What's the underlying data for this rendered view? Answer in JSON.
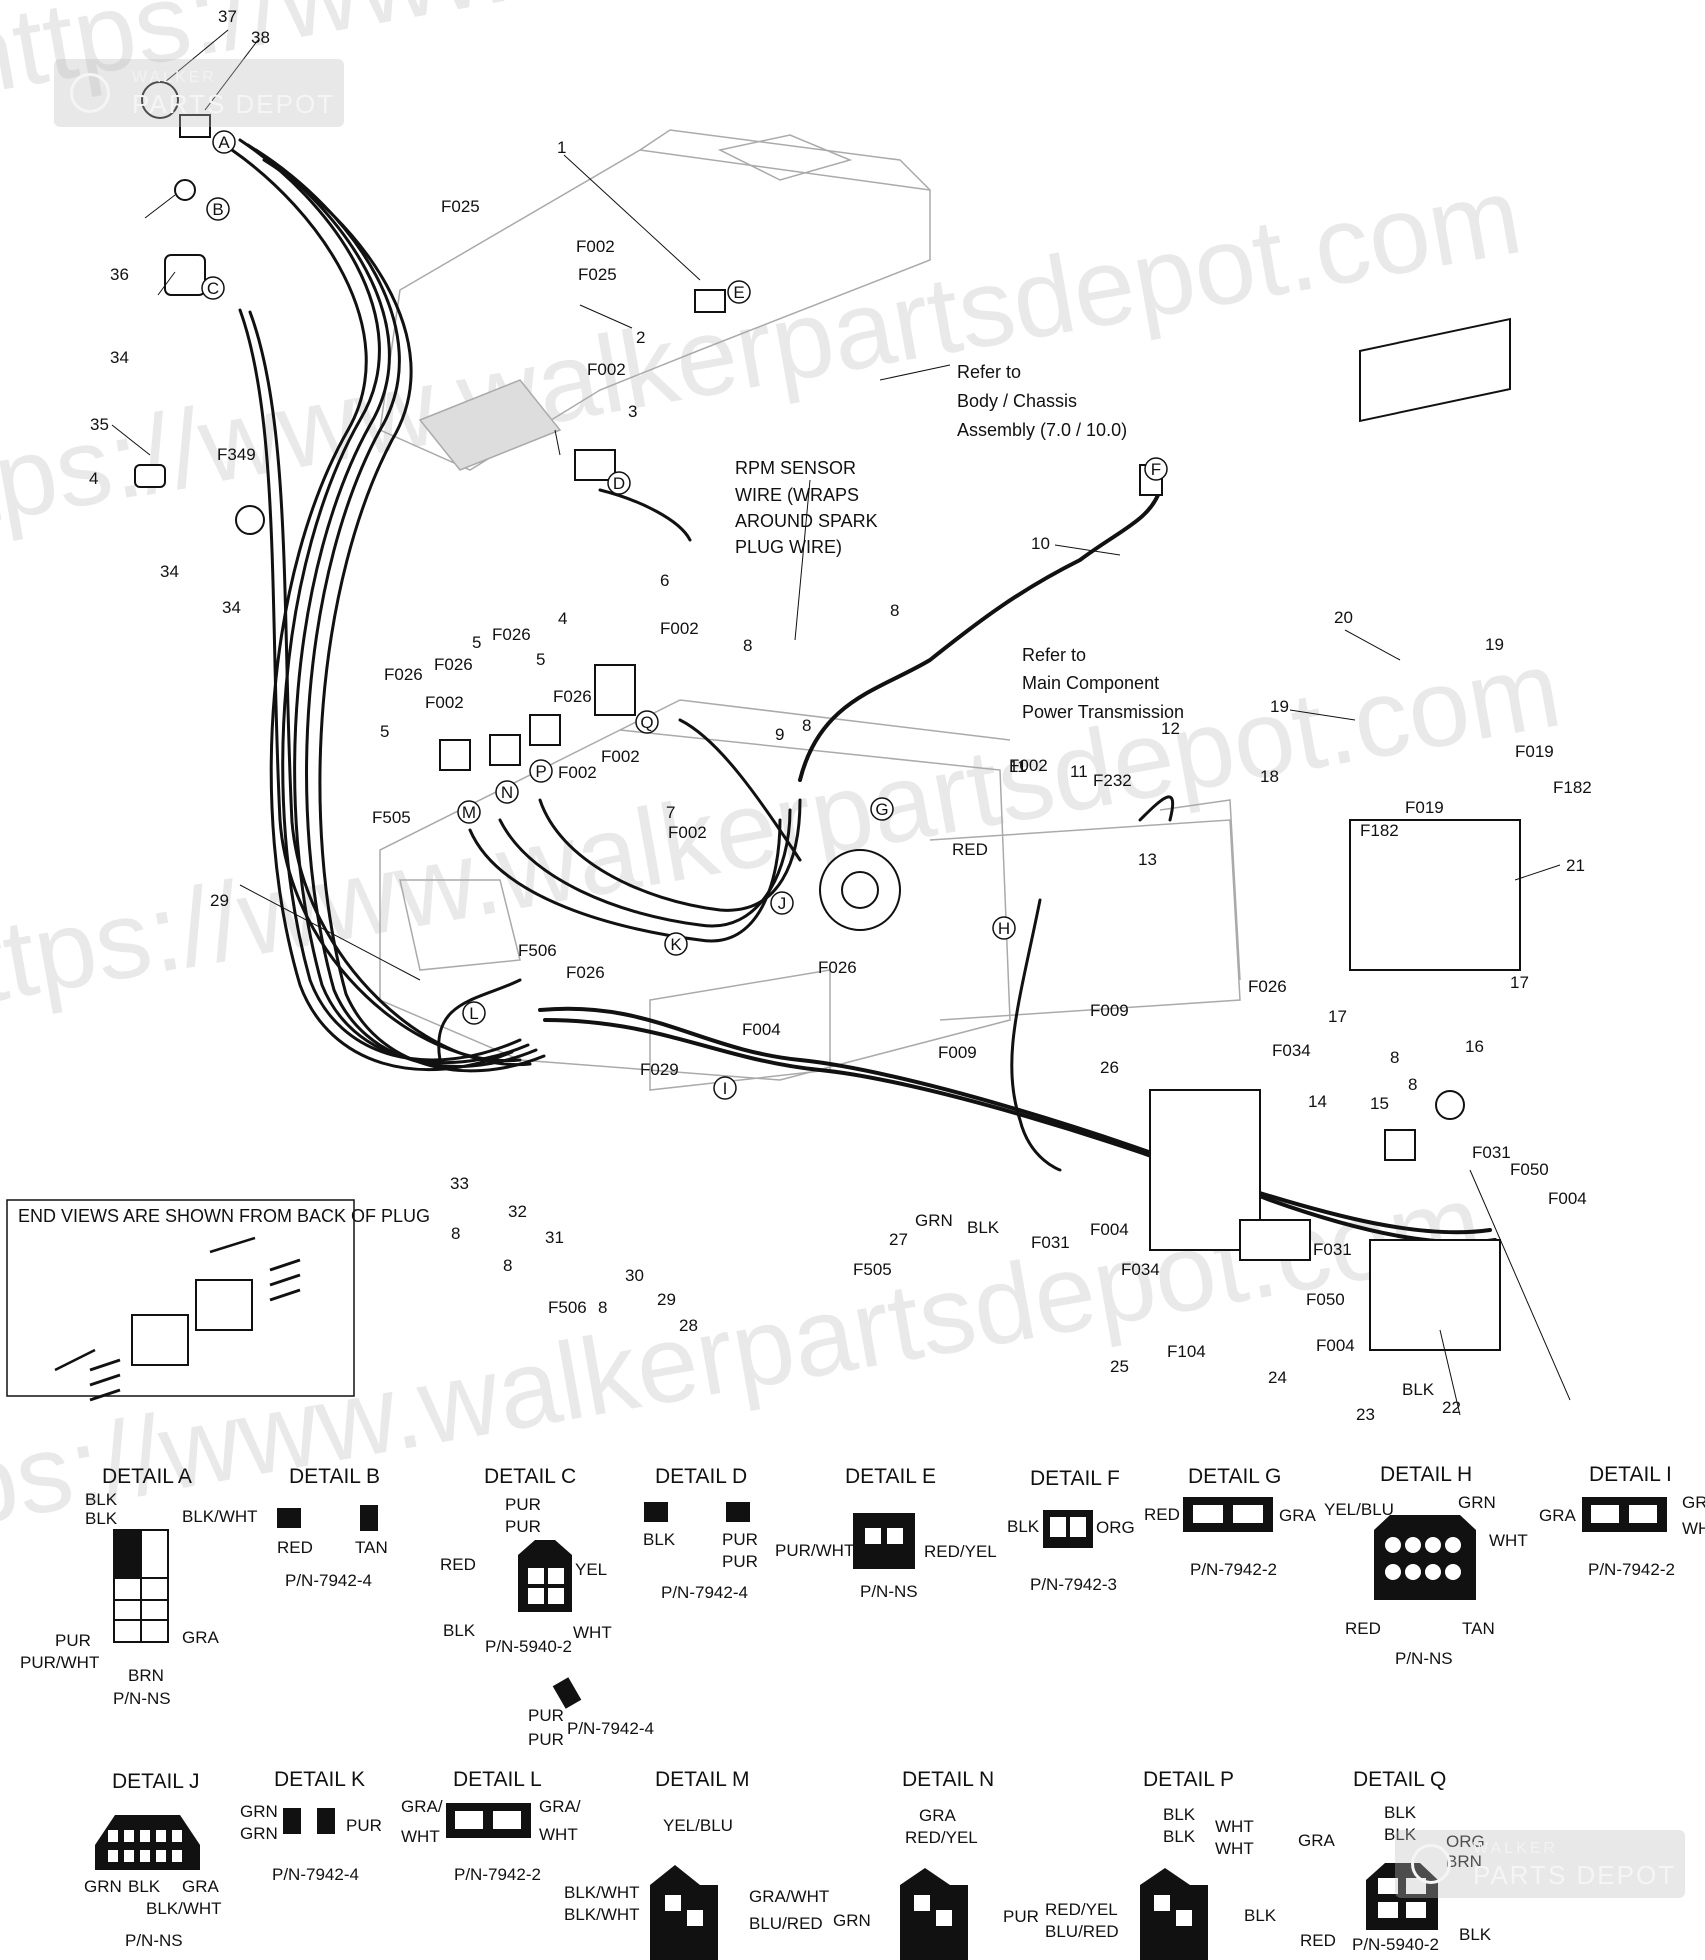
{
  "logo": {
    "brand_top": "WALKER",
    "brand_bottom": "PARTS DEPOT"
  },
  "watermark": "https://www.walkerpartsdepot.com",
  "callouts": {
    "c1": "1",
    "c2": "2",
    "c3": "3",
    "c4": "4",
    "c5": "5",
    "c6": "6",
    "c7": "7",
    "c8": "8",
    "c9": "9",
    "c10": "10",
    "c11": "11",
    "c12": "12",
    "c13": "13",
    "c14": "14",
    "c15": "15",
    "c16": "16",
    "c17": "17",
    "c18": "18",
    "c19": "19",
    "c20": "20",
    "c21": "21",
    "c22": "22",
    "c23": "23",
    "c24": "24",
    "c25": "25",
    "c26": "26",
    "c27": "27",
    "c28": "28",
    "c29": "29",
    "c30": "30",
    "c31": "31",
    "c32": "32",
    "c33": "33",
    "c34": "34",
    "c35": "35",
    "c36": "36",
    "c37": "37",
    "c38": "38",
    "F002": "F002",
    "F004": "F004",
    "F009": "F009",
    "F019": "F019",
    "F025": "F025",
    "F026": "F026",
    "F029": "F029",
    "F031": "F031",
    "F034": "F034",
    "F050": "F050",
    "F104": "F104",
    "F182": "F182",
    "F232": "F232",
    "F349": "F349",
    "F505": "F505",
    "F506": "F506",
    "RED": "RED",
    "GRN": "GRN",
    "BLK": "BLK"
  },
  "letters": [
    "A",
    "B",
    "C",
    "D",
    "E",
    "F",
    "G",
    "H",
    "I",
    "J",
    "K",
    "L",
    "M",
    "N",
    "P",
    "Q"
  ],
  "notes": {
    "body_chassis": [
      "Refer to",
      "Body / Chassis",
      "Assembly (7.0 / 10.0)"
    ],
    "rpm_sensor": [
      "RPM SENSOR",
      "WIRE (WRAPS",
      "AROUND SPARK",
      "PLUG WIRE)"
    ],
    "main_component": [
      "Refer to",
      "Main Component",
      "Power Transmission"
    ],
    "end_views": "END VIEWS ARE SHOWN FROM BACK OF PLUG"
  },
  "details": {
    "A": {
      "title": "DETAIL A",
      "labels": [
        "BLK",
        "BLK",
        "BLK/WHT",
        "PUR",
        "PUR/WHT",
        "BRN",
        "GRA"
      ],
      "pn": "P/N-NS"
    },
    "B": {
      "title": "DETAIL B",
      "labels": [
        "RED",
        "TAN"
      ],
      "pn": "P/N-7942-4"
    },
    "C": {
      "title": "DETAIL C",
      "labels": [
        "PUR",
        "PUR",
        "RED",
        "YEL",
        "BLK",
        "WHT",
        "PUR",
        "PUR"
      ],
      "pn": "P/N-5940-2",
      "pn2": "P/N-7942-4"
    },
    "D": {
      "title": "DETAIL D",
      "labels": [
        "BLK",
        "PUR",
        "PUR"
      ],
      "pn": "P/N-7942-4"
    },
    "E": {
      "title": "DETAIL E",
      "labels": [
        "PUR/WHT",
        "RED/YEL"
      ],
      "pn": "P/N-NS"
    },
    "F": {
      "title": "DETAIL F",
      "labels": [
        "BLK",
        "ORG"
      ],
      "pn": "P/N-7942-3"
    },
    "G": {
      "title": "DETAIL G",
      "labels": [
        "RED",
        "GRA"
      ],
      "pn": "P/N-7942-2"
    },
    "H": {
      "title": "DETAIL H",
      "labels": [
        "YEL/BLU",
        "GRN",
        "WHT",
        "RED",
        "TAN"
      ],
      "pn": "P/N-NS"
    },
    "I": {
      "title": "DETAIL I",
      "labels": [
        "GRA",
        "GRA",
        "WH"
      ],
      "pn": "P/N-7942-2"
    },
    "J": {
      "title": "DETAIL J",
      "labels": [
        "GRN",
        "BLK",
        "GRA",
        "BLK/WHT"
      ],
      "pn": "P/N-NS"
    },
    "K": {
      "title": "DETAIL K",
      "labels": [
        "GRN",
        "GRN",
        "PUR"
      ],
      "pn": "P/N-7942-4"
    },
    "L": {
      "title": "DETAIL L",
      "labels": [
        "GRA/",
        "WHT",
        "GRA/",
        "WHT"
      ],
      "pn": "P/N-7942-2"
    },
    "M": {
      "title": "DETAIL M",
      "labels": [
        "YEL/BLU",
        "BLK/WHT",
        "BLK/WHT",
        "GRA/WHT",
        "BLU/RED"
      ]
    },
    "N": {
      "title": "DETAIL N",
      "labels": [
        "GRA",
        "RED/YEL",
        "GRN",
        "PUR"
      ]
    },
    "P": {
      "title": "DETAIL P",
      "labels": [
        "BLK",
        "BLK",
        "WHT",
        "WHT",
        "RED/YEL",
        "BLU/RED",
        "BLK"
      ]
    },
    "Q": {
      "title": "DETAIL Q",
      "labels": [
        "BLK",
        "BLK",
        "GRA",
        "ORG",
        "BRN",
        "RED",
        "BLK"
      ],
      "pn": "P/N-5940-2"
    }
  }
}
